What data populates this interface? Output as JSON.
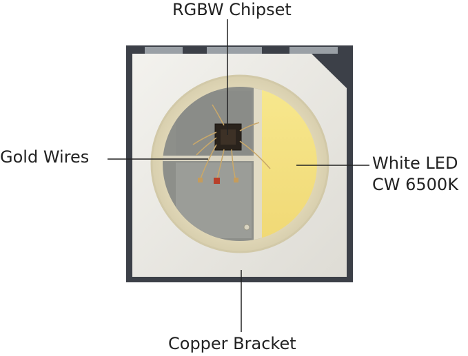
{
  "labels": {
    "rgbw_chipset": "RGBW Chipset",
    "gold_wires": "Gold Wires",
    "white_led_line1": "White LED",
    "white_led_line2": "CW 6500K",
    "copper_bracket": "Copper Bracket"
  },
  "colors": {
    "package_body": "#ecebe6",
    "reflector_cup": "#e9e2c9",
    "chip_area": "#8d8f8a",
    "white_led_phosphor": "#f4e08a",
    "chip_die": "#2a231c",
    "gold_wire": "#c9a86a",
    "leader_line": "#222222"
  }
}
